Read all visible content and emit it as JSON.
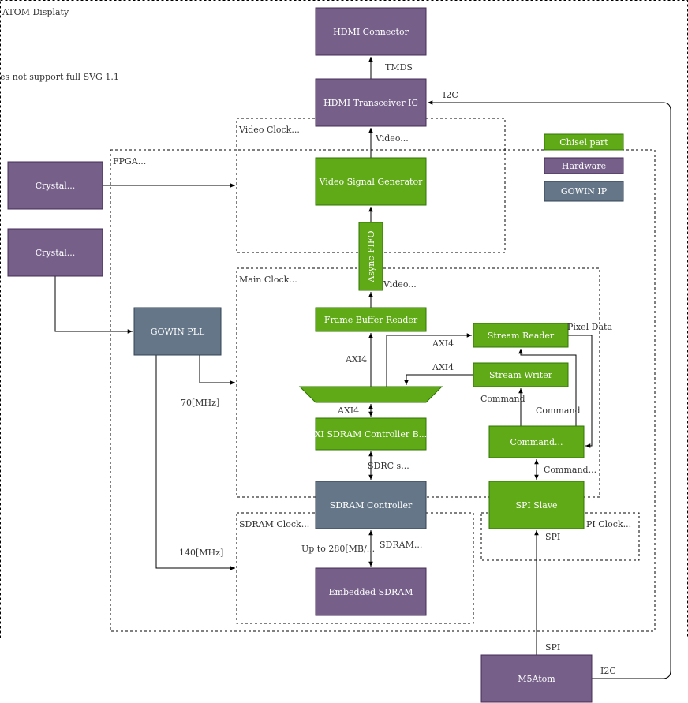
{
  "colors": {
    "chisel": "#60a917",
    "hardware": "#76608a",
    "gowin": "#647687",
    "line": "#000000",
    "region_border": "#000000"
  },
  "regions": {
    "atom_display": "ATOM Displaty",
    "svg_warning": "es not support full SVG 1.1",
    "fpga": "FPGA...",
    "video_clock": "Video Clock...",
    "main_clock": "Main Clock...",
    "sdram_clock": "SDRAM Clock...",
    "spi_clock": "PI Clock..."
  },
  "legend": {
    "chisel": "Chisel part",
    "hardware": "Hardware",
    "gowin": "GOWIN IP"
  },
  "blocks": {
    "hdmi_connector": "HDMI Connector",
    "hdmi_transceiver": "HDMI Transceiver IC",
    "crystal_1": "Crystal...",
    "crystal_2": "Crystal...",
    "video_signal_generator": "Video Signal Generator",
    "async_fifo": "Async FIFO",
    "gowin_pll": "GOWIN PLL",
    "frame_buffer_reader": "Frame Buffer Reader",
    "stream_reader": "Stream Reader",
    "stream_writer": "Stream Writer",
    "axi_sdram_controller": "XI SDRAM Controller B...",
    "command": "Command...",
    "sdram_controller": "SDRAM Controller",
    "spi_slave": "SPI Slave",
    "embedded_sdram": "Embedded SDRAM",
    "m5atom": "M5Atom"
  },
  "edge_labels": {
    "tmds": "TMDS",
    "i2c_top": "I2C",
    "video_1": "Video...",
    "video_2": "Video...",
    "axi4_fbr": "AXI4",
    "axi4_sr": "AXI4",
    "axi4_sw": "AXI4",
    "axi4_mux": "AXI4",
    "pixel_data": "Pixel Data",
    "command_sw": "Command",
    "command_sr": "Command",
    "command_spi": "Command...",
    "mhz70": "70[MHz]",
    "mhz140": "140[MHz]",
    "sdrc": "SDRC s...",
    "up_to": "Up to 280[MB/...",
    "sdram_bus": "SDRAM...",
    "spi_upper": "SPI",
    "spi_lower": "SPI",
    "i2c_bottom": "I2C"
  }
}
